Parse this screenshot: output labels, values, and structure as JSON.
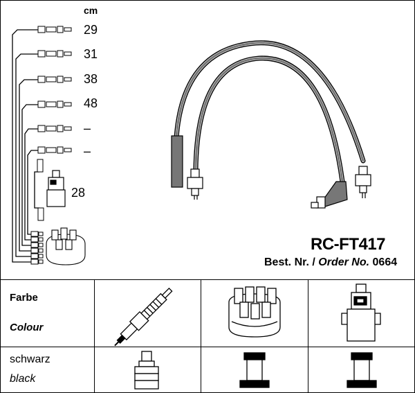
{
  "unit_label": "cm",
  "cable_lengths": [
    "29",
    "31",
    "38",
    "48",
    "–",
    "–"
  ],
  "coil_length": "28",
  "model": "RC-FT417",
  "order": {
    "prefix": "Best. Nr. /",
    "label_italic": "Order No.",
    "number": "0664"
  },
  "table": {
    "row1": {
      "label_de": "Farbe",
      "label_en": "Colour"
    },
    "row2": {
      "label_de": "schwarz",
      "label_en": "black"
    }
  },
  "icons": {
    "spark_plug": "spark-plug-icon",
    "distributor_cap": "distributor-cap-icon",
    "ignition_coil": "ignition-coil-icon",
    "plug_boot": "plug-boot-icon",
    "distributor_boot": "distributor-boot-icon",
    "coil_boot": "coil-boot-icon"
  }
}
